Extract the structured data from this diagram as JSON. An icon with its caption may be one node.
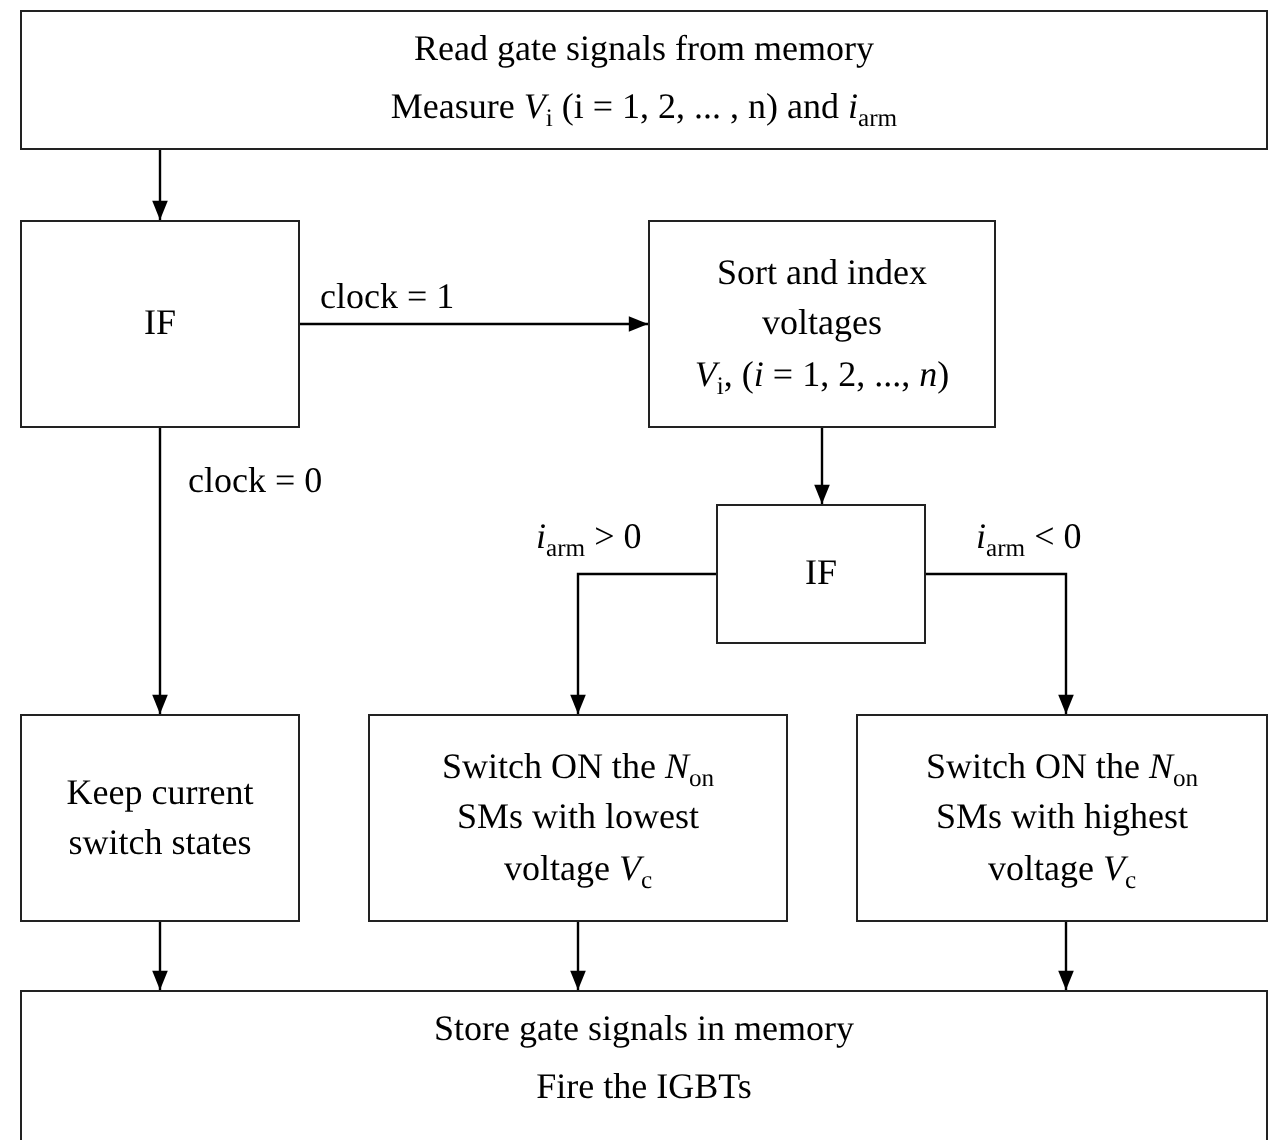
{
  "diagram": {
    "nodes": [
      {
        "text": [
          "Read gate signals from memory",
          "Measure *V*$_{i}$ (i = 1, 2, ... , n) and *i*$_{arm}$"
        ]
      },
      {
        "text": [
          "IF"
        ]
      },
      {
        "text": [
          "Sort and index voltages",
          "*V*$_{i}$, (*i* = 1, 2, ..., *n*)"
        ]
      },
      {
        "text": [
          "IF"
        ]
      },
      {
        "text": [
          "Keep current switch states"
        ]
      },
      {
        "text": [
          "Switch ON the *N*$_{on}$ SMs with lowest voltage *V*$_{c}$"
        ]
      },
      {
        "text": [
          "Switch ON the *N*$_{on}$ SMs with highest voltage *V*$_{c}$"
        ]
      },
      {
        "text": [
          "Store gate signals in memory",
          "Fire the IGBTs"
        ]
      }
    ],
    "edges": [
      {
        "from": 0,
        "to": 1,
        "arrow": "to"
      },
      {
        "from": 1,
        "to": 2,
        "arrow": "to",
        "label": "clock = 1"
      },
      {
        "from": 1,
        "to": 4,
        "arrow": "to",
        "label": "clock = 0"
      },
      {
        "from": 2,
        "to": 3,
        "arrow": "to"
      },
      {
        "from": 3,
        "to": 5,
        "arrow": "to",
        "label": "*i*$_{arm}$ > 0"
      },
      {
        "from": 3,
        "to": 6,
        "arrow": "to",
        "label": "*i*$_{arm}$ < 0"
      },
      {
        "from": 4,
        "to": 7,
        "arrow": "to"
      },
      {
        "from": 5,
        "to": 7,
        "arrow": "to"
      },
      {
        "from": 6,
        "to": 7,
        "arrow": "to"
      }
    ]
  }
}
